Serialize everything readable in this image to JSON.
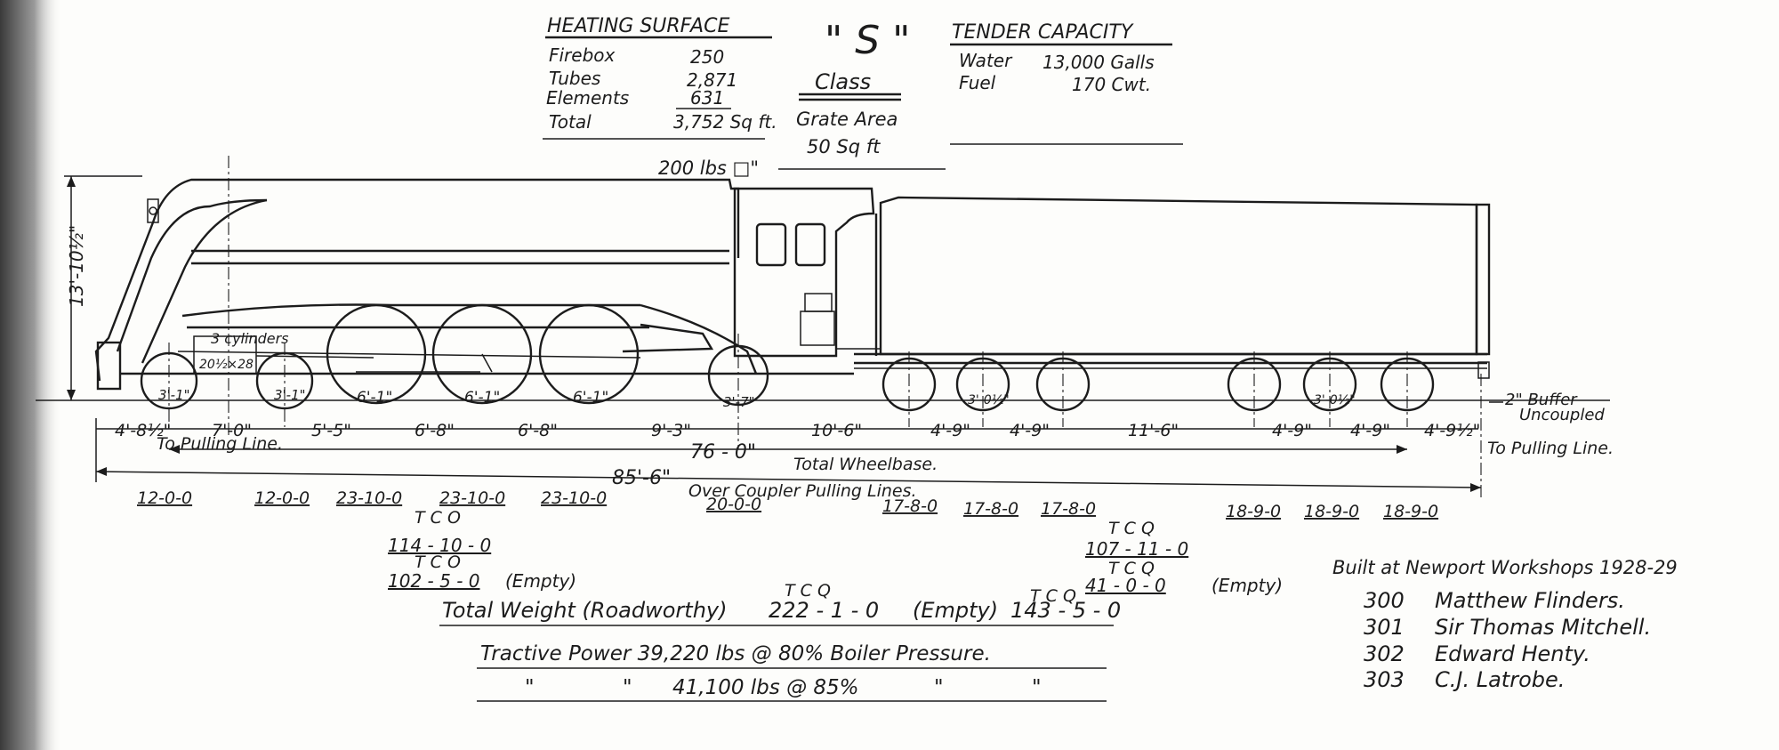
{
  "heating_surface": {
    "title": "HEATING SURFACE",
    "rows": [
      {
        "label": "Firebox",
        "value": "250"
      },
      {
        "label": "Tubes",
        "value": "2,871"
      },
      {
        "label": "Elements",
        "value": "631"
      },
      {
        "label": "Total",
        "value": "3,752 Sq ft."
      }
    ]
  },
  "class_block": {
    "letter": "\" S \"",
    "label": "Class",
    "grate_area_label": "Grate Area",
    "grate_area_value": "50 Sq ft",
    "pressure": "200 lbs □\""
  },
  "tender_capacity": {
    "title": "TENDER CAPACITY",
    "rows": [
      {
        "label": "Water",
        "value": "13,000 Galls"
      },
      {
        "label": "Fuel",
        "value": "170 Cwt."
      }
    ]
  },
  "locomotive": {
    "height": "13'-10½\"",
    "cylinders_label": "3 cylinders",
    "cylinders_size": "20½×28",
    "wheels": [
      {
        "id": "bogie-1",
        "diameter": "3'-1\""
      },
      {
        "id": "bogie-2",
        "diameter": "3'-1\""
      },
      {
        "id": "driver-1",
        "diameter": "6'-1\""
      },
      {
        "id": "driver-2",
        "diameter": "6'-1\""
      },
      {
        "id": "driver-3",
        "diameter": "6'-1\""
      },
      {
        "id": "trailing",
        "diameter": "3'-7\""
      }
    ],
    "tender_wheel_diameter_front": "3'-0½\"",
    "tender_wheel_diameter_rear": "3'-0½\""
  },
  "dimensions": {
    "spacings": [
      "4'-8½\"",
      "7'-0\"",
      "5'-5\"",
      "6'-8\"",
      "6'-8\"",
      "9'-3\"",
      "10'-6\"",
      "4'-9\"",
      "4'-9\"",
      "11'-6\"",
      "4'-9\"",
      "4'-9\"",
      "4'-9½\""
    ],
    "to_pulling_line": "To Pulling Line.",
    "to_pulling_line_right": "To Pulling Line.",
    "buffer_note_1": "2\" Buffer",
    "buffer_note_2": "Uncoupled",
    "total_wheelbase_value": "76 - 0\"",
    "total_wheelbase_label": "Total Wheelbase.",
    "over_coupler_value": "85'-6\"",
    "over_coupler_label": "Over Coupler Pulling Lines."
  },
  "axle_loads": {
    "engine": [
      "12-0-0",
      "12-0-0",
      "23-10-0",
      "23-10-0",
      "23-10-0",
      "20-0-0"
    ],
    "tender": [
      "17-8-0",
      "17-8-0",
      "17-8-0",
      "18-9-0",
      "18-9-0",
      "18-9-0"
    ],
    "tco": "T  C  Q",
    "tco_short": "T  C  O",
    "engine_loaded": "114 - 10 - 0",
    "engine_empty": "102 - 5 - 0",
    "tender_loaded": "107 - 11 - 0",
    "tender_empty": "41 - 0 - 0",
    "empty_label": "(Empty)"
  },
  "totals": {
    "total_label": "Total Weight (Roadworthy)",
    "total_value": "222 - 1 - 0",
    "empty_label": "(Empty)",
    "empty_value": "143 - 5 - 0",
    "tractive_line_1": "Tractive Power  39,220 lbs @ 80% Boiler Pressure.",
    "tractive_ditto_1": "\"",
    "tractive_ditto_2": "\"",
    "tractive_line_2_value": "41,100 lbs @ 85%",
    "tractive_ditto_3": "\"",
    "tractive_ditto_4": "\""
  },
  "builder": {
    "title": "Built at Newport Workshops 1928-29",
    "engines": [
      {
        "number": "300",
        "name": "Matthew Flinders."
      },
      {
        "number": "301",
        "name": "Sir Thomas Mitchell."
      },
      {
        "number": "302",
        "name": "Edward Henty."
      },
      {
        "number": "303",
        "name": "C.J. Latrobe."
      }
    ]
  }
}
